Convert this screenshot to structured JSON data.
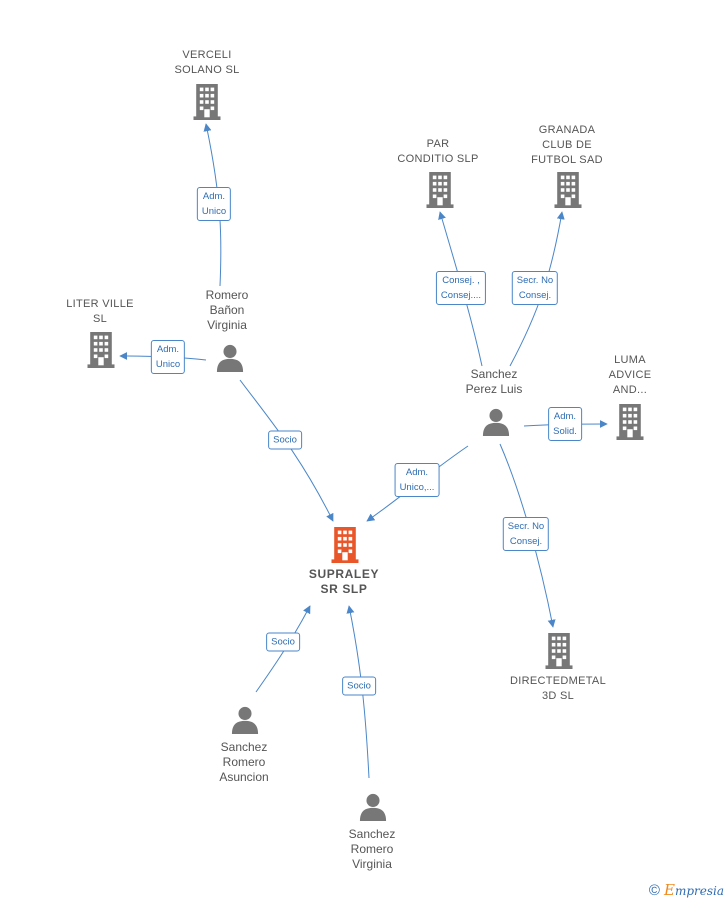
{
  "colors": {
    "edge": "#4a86c8",
    "node": "#777777",
    "focus": "#e8562a",
    "label_text": "#555555"
  },
  "nodes": [
    {
      "id": "verceli",
      "kind": "company",
      "label": "VERCELI\nSOLANO  SL"
    },
    {
      "id": "par",
      "kind": "company",
      "label": "PAR\nCONDITIO SLP"
    },
    {
      "id": "granada",
      "kind": "company",
      "label": "GRANADA\nCLUB DE\nFUTBOL SAD"
    },
    {
      "id": "liter",
      "kind": "company",
      "label": "LITER VILLE\nSL"
    },
    {
      "id": "romero",
      "kind": "person",
      "label": "Romero\nBañon\nVirginia"
    },
    {
      "id": "luma",
      "kind": "company",
      "label": "LUMA\nADVICE\nAND..."
    },
    {
      "id": "sanchez_luis",
      "kind": "person",
      "label": "Sanchez\nPerez Luis"
    },
    {
      "id": "supraley",
      "kind": "focus",
      "label": "SUPRALEY\nSR  SLP"
    },
    {
      "id": "directedmetal",
      "kind": "company",
      "label": "DIRECTEDMETAL\n3D  SL"
    },
    {
      "id": "sanchez_asuncion",
      "kind": "person",
      "label": "Sanchez\nRomero\nAsuncion"
    },
    {
      "id": "sanchez_virginia",
      "kind": "person",
      "label": "Sanchez\nRomero\nVirginia"
    }
  ],
  "edges": [
    {
      "id": "e1",
      "from": "romero",
      "to": "verceli",
      "label": "Adm.\nUnico"
    },
    {
      "id": "e2",
      "from": "romero",
      "to": "liter",
      "label": "Adm.\nUnico"
    },
    {
      "id": "e3",
      "from": "romero",
      "to": "supraley",
      "label": "Socio"
    },
    {
      "id": "e4",
      "from": "sanchez_luis",
      "to": "par",
      "label": "Consej. ,\nConsej...."
    },
    {
      "id": "e5",
      "from": "sanchez_luis",
      "to": "granada",
      "label": "Secr.  No\nConsej."
    },
    {
      "id": "e6",
      "from": "sanchez_luis",
      "to": "luma",
      "label": "Adm.\nSolid."
    },
    {
      "id": "e7",
      "from": "sanchez_luis",
      "to": "supraley",
      "label": "Adm.\nUnico,..."
    },
    {
      "id": "e8",
      "from": "sanchez_luis",
      "to": "directedmetal",
      "label": "Secr.  No\nConsej."
    },
    {
      "id": "e9",
      "from": "sanchez_asuncion",
      "to": "supraley",
      "label": "Socio"
    },
    {
      "id": "e10",
      "from": "sanchez_virginia",
      "to": "supraley",
      "label": "Socio"
    }
  ],
  "credit": {
    "symbol": "©",
    "brand_initial": "E",
    "brand_rest": "mpresia"
  }
}
